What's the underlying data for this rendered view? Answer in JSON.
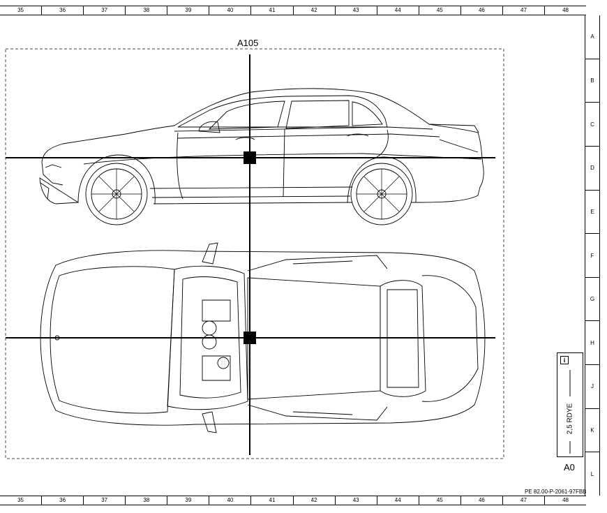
{
  "grid": {
    "columns": [
      "35",
      "36",
      "37",
      "38",
      "39",
      "40",
      "41",
      "42",
      "43",
      "44",
      "45",
      "46",
      "47",
      "48"
    ],
    "rows": [
      "A",
      "B",
      "C",
      "D",
      "E",
      "F",
      "G",
      "H",
      "J",
      "K",
      "L"
    ]
  },
  "drawing": {
    "section_label": "A105",
    "document_ref": "PE 82.00-P-2061-97FBB"
  },
  "legend": {
    "icon_glyph": "i",
    "location_text": "2,5 RDYE",
    "size_label": "A0"
  }
}
